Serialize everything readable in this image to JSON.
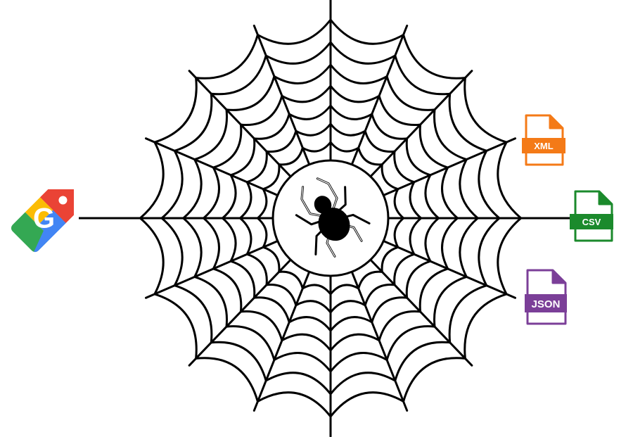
{
  "source": {
    "icon": "google-shopping-tag-icon",
    "letter": "G"
  },
  "web": {
    "icon": "spider-web-icon",
    "center_icon": "spider-icon"
  },
  "outputs": [
    {
      "label": "XML",
      "icon": "xml-file-icon",
      "color": "#f47a17"
    },
    {
      "label": "CSV",
      "icon": "csv-file-icon",
      "color": "#1b8a2c"
    },
    {
      "label": "JSON",
      "icon": "json-file-icon",
      "color": "#7b3f98"
    }
  ],
  "colors": {
    "line": "#000000",
    "google_red": "#ea4335",
    "google_yellow": "#fbbc04",
    "google_green": "#34a853",
    "google_blue": "#4285f4"
  }
}
